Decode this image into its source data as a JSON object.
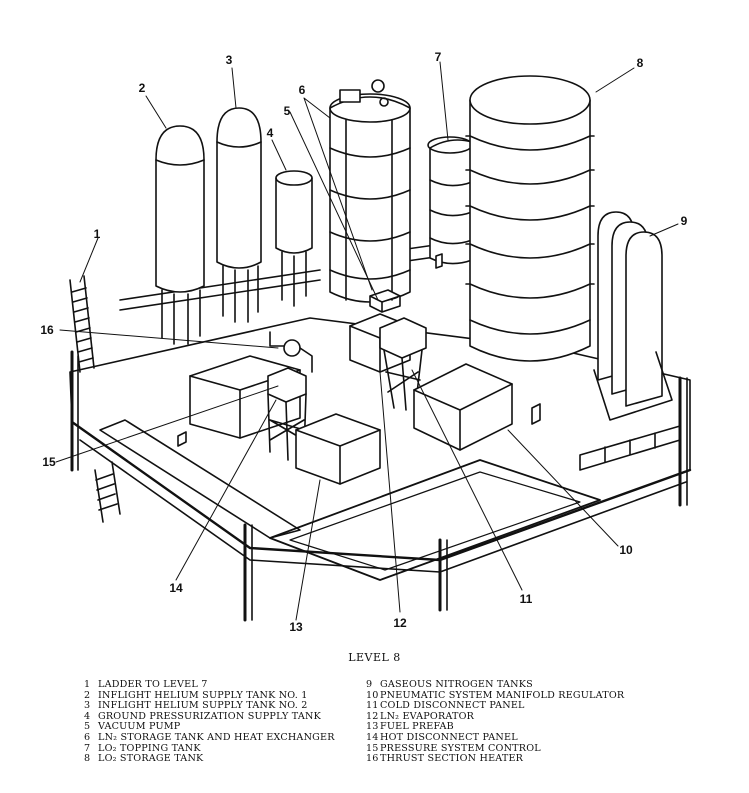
{
  "caption": "LEVEL 8",
  "callouts": [
    {
      "id": "1",
      "label": "1"
    },
    {
      "id": "2",
      "label": "2"
    },
    {
      "id": "3",
      "label": "3"
    },
    {
      "id": "4",
      "label": "4"
    },
    {
      "id": "5",
      "label": "5"
    },
    {
      "id": "6",
      "label": "6"
    },
    {
      "id": "7",
      "label": "7"
    },
    {
      "id": "8",
      "label": "8"
    },
    {
      "id": "9",
      "label": "9"
    },
    {
      "id": "10",
      "label": "10"
    },
    {
      "id": "11",
      "label": "11"
    },
    {
      "id": "12",
      "label": "12"
    },
    {
      "id": "13",
      "label": "13"
    },
    {
      "id": "14",
      "label": "14"
    },
    {
      "id": "15",
      "label": "15"
    },
    {
      "id": "16",
      "label": "16"
    }
  ],
  "legend": [
    {
      "num": "1",
      "text": "LADDER TO LEVEL 7"
    },
    {
      "num": "2",
      "text": "INFLIGHT HELIUM SUPPLY TANK NO. 1"
    },
    {
      "num": "3",
      "text": "INFLIGHT HELIUM SUPPLY TANK NO. 2"
    },
    {
      "num": "4",
      "text": "GROUND PRESSURIZATION SUPPLY TANK"
    },
    {
      "num": "5",
      "text": "VACUUM PUMP"
    },
    {
      "num": "6",
      "text": "LN₂ STORAGE TANK AND HEAT EXCHANGER"
    },
    {
      "num": "7",
      "text": "LO₂ TOPPING TANK"
    },
    {
      "num": "8",
      "text": "LO₂ STORAGE TANK"
    },
    {
      "num": "9",
      "text": "GASEOUS NITROGEN TANKS"
    },
    {
      "num": "10",
      "text": "PNEUMATIC SYSTEM MANIFOLD REGULATOR"
    },
    {
      "num": "11",
      "text": "COLD DISCONNECT PANEL"
    },
    {
      "num": "12",
      "text": "LN₂ EVAPORATOR"
    },
    {
      "num": "13",
      "text": "FUEL PREFAB"
    },
    {
      "num": "14",
      "text": "HOT DISCONNECT PANEL"
    },
    {
      "num": "15",
      "text": "PRESSURE SYSTEM CONTROL"
    },
    {
      "num": "16",
      "text": "THRUST SECTION HEATER"
    }
  ]
}
